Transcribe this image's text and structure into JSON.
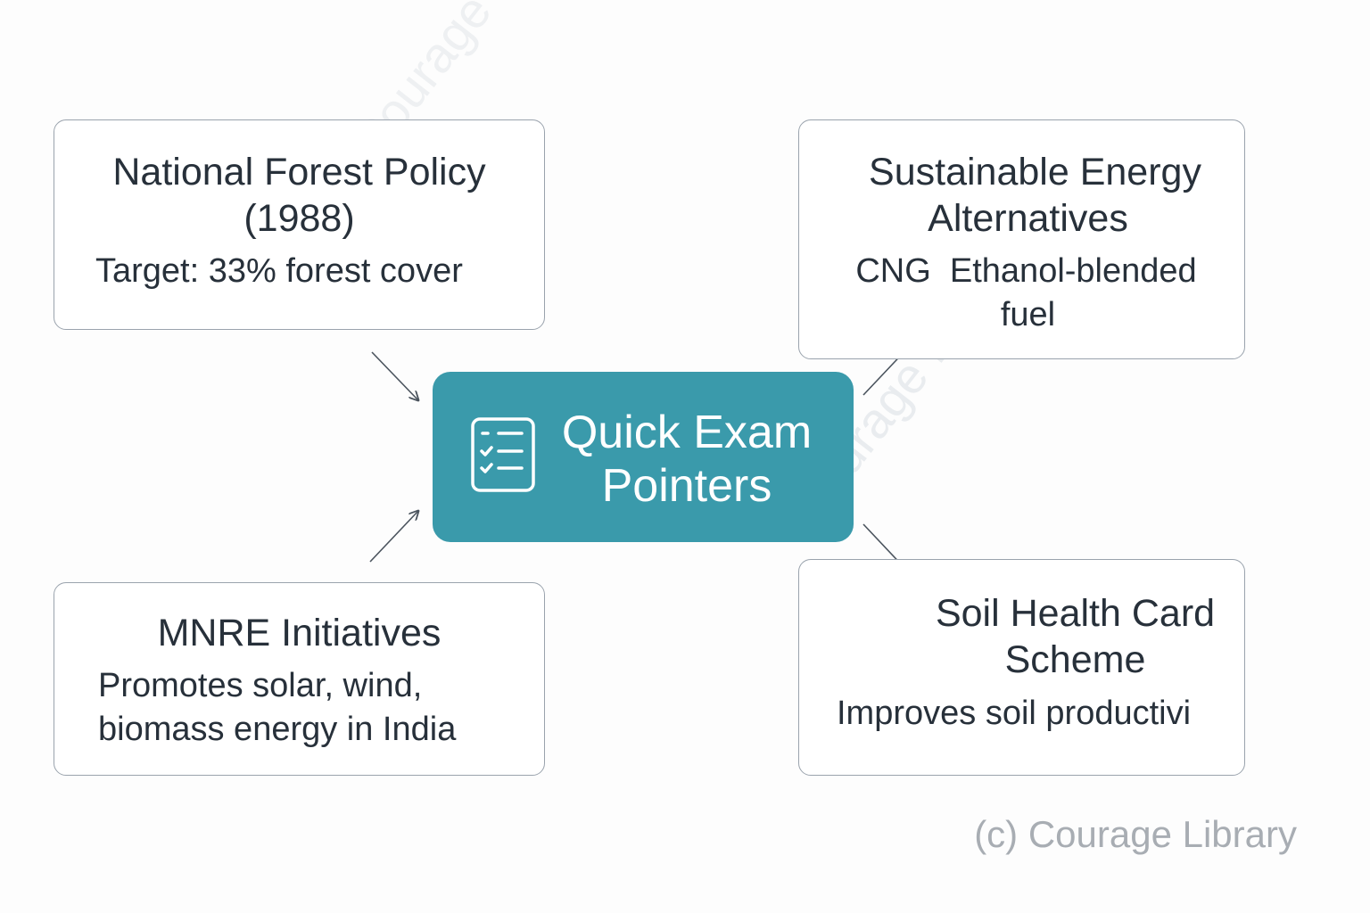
{
  "diagram": {
    "center": {
      "title": "Quick Exam Pointers",
      "icon": "checklist-icon",
      "color": "#3a9aab"
    },
    "nodes": [
      {
        "id": "forest",
        "title_lines": [
          "National Forest Policy",
          "(1988)"
        ],
        "body_lines": [
          "Target: 33% forest cover"
        ]
      },
      {
        "id": "energy",
        "title_lines": [
          "Sustainable Energy",
          "Alternatives"
        ],
        "body_lines": [
          "CNG  Ethanol-blended",
          "fuel"
        ]
      },
      {
        "id": "mnre",
        "title_lines": [
          "MNRE Initiatives"
        ],
        "body_lines": [
          "Promotes solar, wind,",
          "biomass energy in India"
        ]
      },
      {
        "id": "soil",
        "title_lines": [
          "Soil Health Card",
          "Scheme"
        ],
        "body_lines": [
          "Improves soil productivi"
        ]
      }
    ],
    "edges": [
      {
        "from": "forest",
        "to": "center"
      },
      {
        "from": "mnre",
        "to": "center"
      },
      {
        "from": "center",
        "to": "energy"
      },
      {
        "from": "center",
        "to": "soil"
      }
    ]
  },
  "watermark": "Courage Library",
  "copyright": "(c) Courage Library",
  "colors": {
    "accent": "#3a9aab",
    "border": "#9aa3ad",
    "text": "#27303a",
    "watermark": "#a8adb3"
  }
}
